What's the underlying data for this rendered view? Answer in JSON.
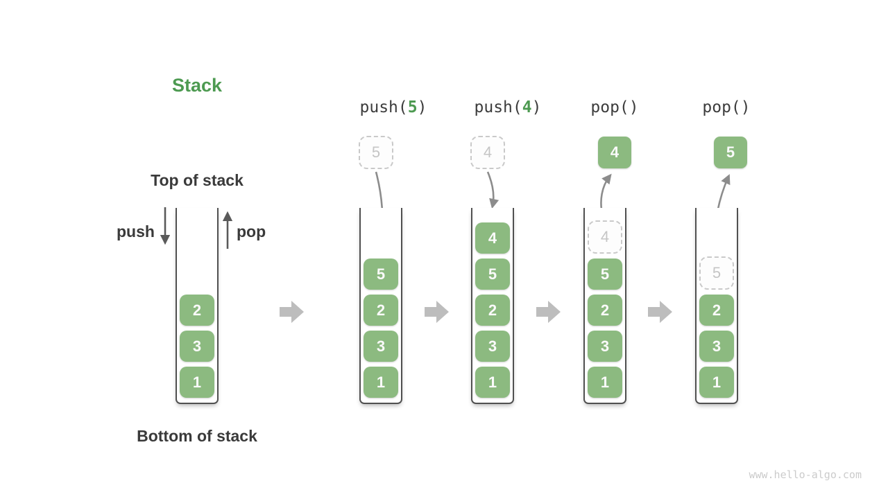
{
  "page": {
    "title": "Stack",
    "top_label": "Top of stack",
    "bottom_label": "Bottom of stack",
    "push_label": "push",
    "pop_label": "pop",
    "watermark": "www.hello-algo.com"
  },
  "operations": [
    {
      "pre": "push(",
      "arg": "5",
      "post": ")"
    },
    {
      "pre": "push(",
      "arg": "4",
      "post": ")"
    },
    {
      "pre": "pop(",
      "arg": "",
      "post": ")"
    },
    {
      "pre": "pop(",
      "arg": "",
      "post": ")"
    }
  ],
  "stacks": [
    {
      "blocks": [
        "2",
        "3",
        "1"
      ]
    },
    {
      "incoming": "5",
      "blocks": [
        "5",
        "2",
        "3",
        "1"
      ]
    },
    {
      "incoming": "4",
      "blocks": [
        "4",
        "5",
        "2",
        "3",
        "1"
      ]
    },
    {
      "popped": "4",
      "ghost": "4",
      "blocks": [
        "5",
        "2",
        "3",
        "1"
      ]
    },
    {
      "popped": "5",
      "ghost": "5",
      "blocks": [
        "2",
        "3",
        "1"
      ]
    }
  ],
  "icons": {
    "push_arrow": "arrow-down",
    "pop_arrow": "arrow-up",
    "transition_arrow": "arrow-right",
    "motion_arrow": "curved-arrow"
  },
  "colors": {
    "block_green": "#8CBA80",
    "title_green": "#4D9A51",
    "text_dark": "#3A3A3A",
    "container_wall": "#505050",
    "transition_arrow_gray": "#BDBDBD",
    "motion_arrow_gray": "#8C8C8C",
    "ghost_border_gray": "#C9C9C9",
    "ghost_text_gray": "#C5C5C5",
    "watermark_gray": "#CBCBCB",
    "block_text": "#FAFAFA"
  }
}
